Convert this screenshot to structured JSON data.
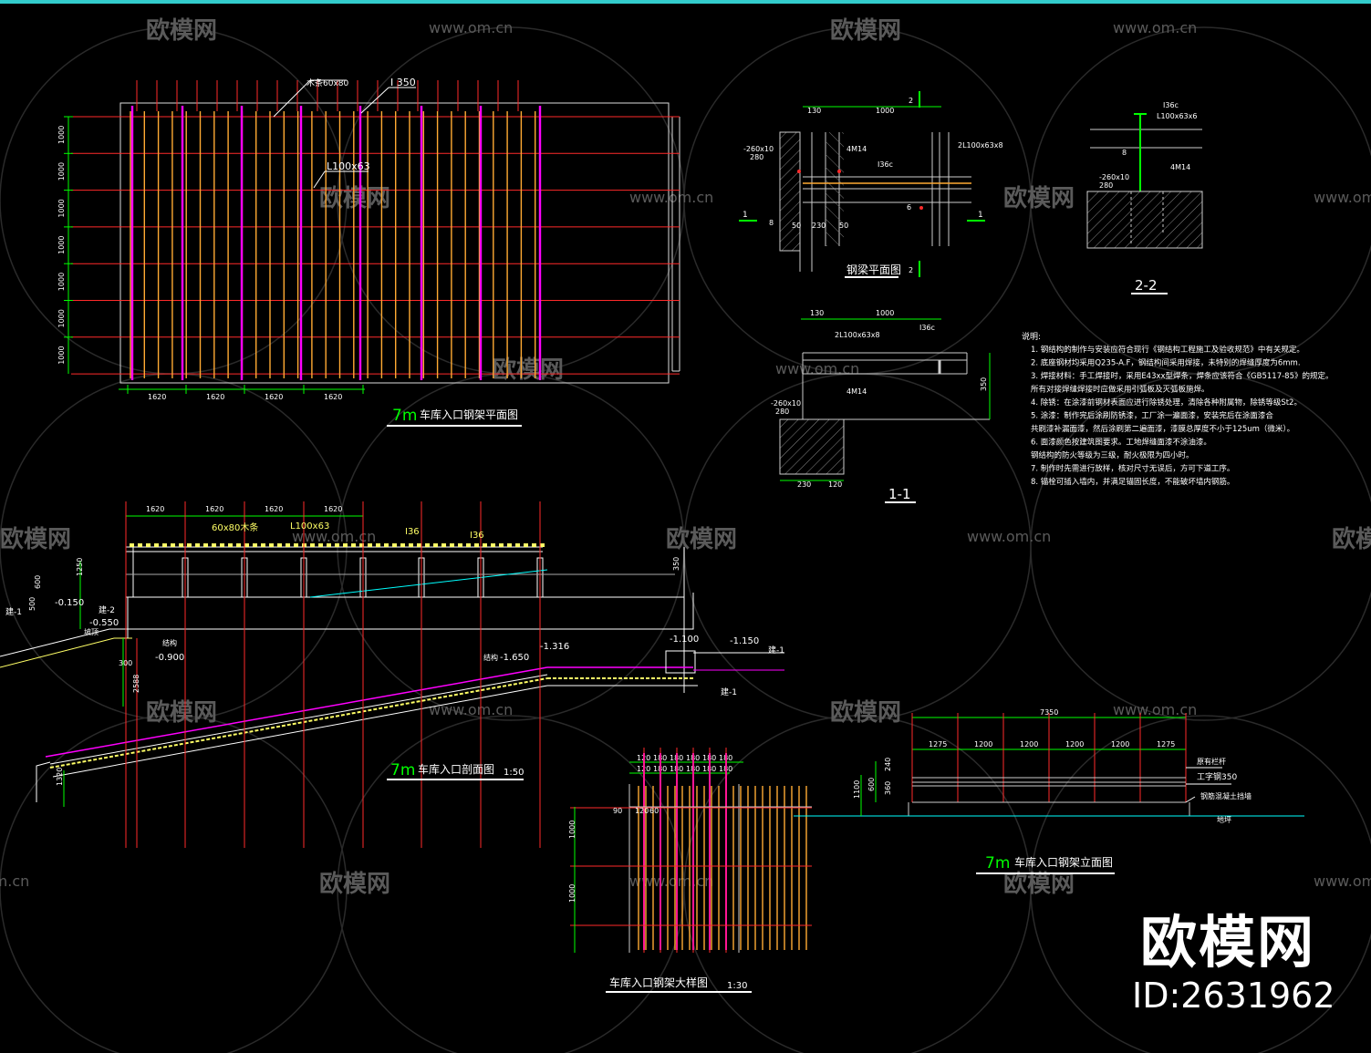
{
  "watermark": {
    "brand": "欧模网",
    "url": "www.om.cn",
    "id": "ID:2631962"
  },
  "plan": {
    "title_prefix": "7m",
    "title": "车库入口钢架平面图",
    "label_wood": "木条60x80",
    "label_i": "I 350",
    "label_angle": "L100x63",
    "dims_x": [
      "1620",
      "1620",
      "1620",
      "1620"
    ],
    "dims_y": [
      "1000",
      "1000",
      "1000",
      "1000",
      "1000",
      "1000",
      "1000"
    ]
  },
  "detail_plan": {
    "title": "钢梁平面图",
    "dim_a": "130",
    "dim_b": "1000",
    "plate": "-260x10",
    "plate_w": "280",
    "bolt": "4M14",
    "beam": "I36c",
    "angle": "2L100x63x8",
    "sec_1": "1",
    "sec_2": "2",
    "weld_6": "6",
    "weld_8": "8",
    "d50": "50",
    "d230": "230"
  },
  "section22": {
    "title": "2-2",
    "beam": "I36c",
    "angle": "L100x63x6",
    "plate": "-260x10",
    "plate_w": "280",
    "bolt": "4M14",
    "weld": "8"
  },
  "section11": {
    "title": "1-1",
    "dim_a": "130",
    "dim_b": "1000",
    "angle": "2L100x63x8",
    "beam": "I36c",
    "plate": "-260x10",
    "plate_w": "280",
    "bolt": "4M14",
    "d230": "230",
    "d120": "120",
    "d350": "350"
  },
  "notes": {
    "heading": "说明:",
    "items": [
      "1.  钢结构的制作与安装应符合现行《钢结构工程施工及验收规范》中有关规定。",
      "2.  底座钢材均采用Q235-A.F，钢结构间采用焊接，未特别的焊缝厚度为6mm.",
      "3.  焊接材料：手工焊接时，采用E43xx型焊条，焊条应该符合《GB5117-85》的规定。",
      "    所有对接焊缝焊接时应做采用引弧板及灭弧板施焊。",
      "4.  除锈：在涂漆前钢材表面应进行除锈处理，清除各种附属物，除锈等级St2。",
      "5.  涂漆：制作完后涂刷防锈漆，工厂涂一遍面漆，安装完后在涂面漆合",
      "    共刷漆补漏面漆，然后涂刷第二遍面漆，漆膜总厚度不小于125um（微米）。",
      "6.  面漆颜色按建筑图要求。工地焊缝面漆不涂油漆。",
      "    钢结构的防火等级为三级，耐火极限为四小时。",
      "7.  制作时先需进行放样，核对尺寸无误后，方可下道工序。",
      "8.  锚栓可插入墙内，并满足锚固长度，不能破坏墙内钢筋。"
    ]
  },
  "section_side": {
    "title_prefix": "7m",
    "title": "车库入口剖面图",
    "scale": "1:50",
    "dims_top": [
      "1620",
      "1620",
      "1620",
      "1620"
    ],
    "wood": "60x80木条",
    "angle": "L100x63",
    "i1": "I36",
    "i2": "I36",
    "elev_a": "-0.150",
    "elev_b": "-0.550",
    "elev_c": "-0.900",
    "elev_d": "-1.316",
    "elev_e": "-1.650",
    "elev_f": "-1.100",
    "elev_g": "-1.150",
    "label_j1": "建-1",
    "label_j2": "建-2",
    "label_j3": "建-1",
    "label_j4": "建-1",
    "label_slope": "坡顶",
    "label_struct": "结构",
    "label_struct2": "结构",
    "d600": "600",
    "d1250": "1250",
    "d500": "500",
    "d300": "300",
    "d2588": "2588",
    "d1320": "1320",
    "d350": "350"
  },
  "elevation": {
    "title_prefix": "7m",
    "title": "车库入口钢架立面图",
    "total": "7350",
    "dims": [
      "1275",
      "1200",
      "1200",
      "1200",
      "1200",
      "1275"
    ],
    "label_rail": "原有栏杆",
    "label_beam": "工字钢350",
    "label_base": "钢筋混凝土挡墙",
    "label_ground": "地坪",
    "d240": "240",
    "d600": "600",
    "d1100": "1100",
    "d360": "360"
  },
  "large_detail": {
    "title": "车库入口钢架大样图",
    "scale": "1:30",
    "dims_top1": [
      "120",
      "180",
      "180",
      "180",
      "180",
      "180"
    ],
    "dims_top2": [
      "120",
      "180",
      "180",
      "180",
      "180",
      "180"
    ],
    "d90": "90",
    "d120": "120",
    "d60": "60",
    "d1000a": "1000",
    "d1000b": "1000"
  },
  "colors": {
    "background": "#000000",
    "magenta": "#ff00ff",
    "orange": "#ffaa33",
    "red": "#ff2a2a",
    "green": "#00ff00",
    "white": "#ffffff",
    "yellow": "#ffff66",
    "cyan": "#00ffff",
    "frame": "#33cccc"
  }
}
